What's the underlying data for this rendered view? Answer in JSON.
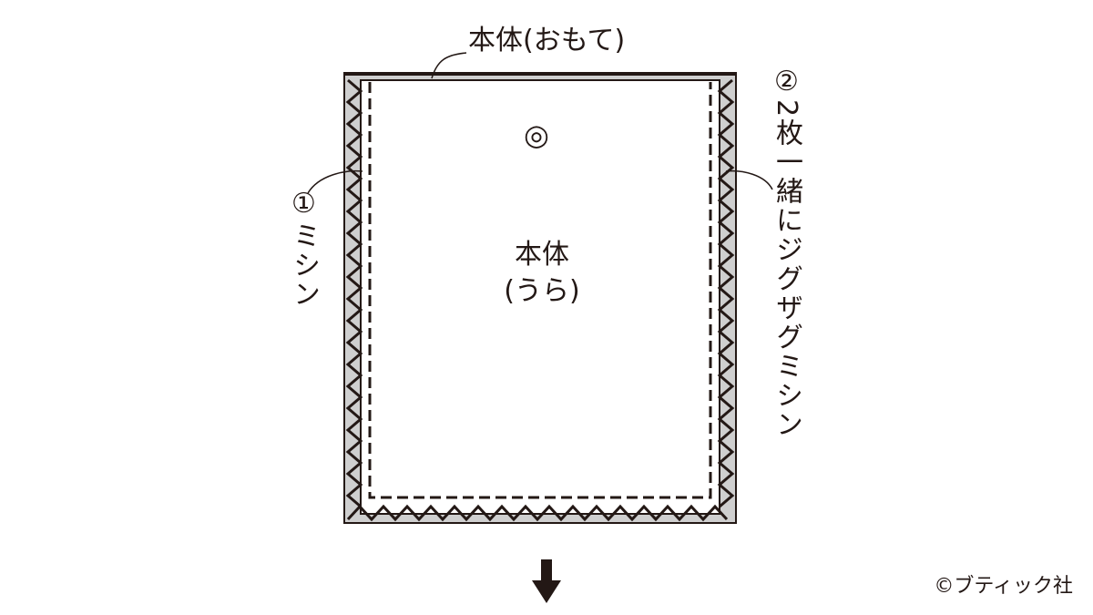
{
  "labels": {
    "outer_label": "本体(おもて)",
    "inner_label_line1": "本体",
    "inner_label_line2": "(うら)",
    "step1": "①ミシン",
    "step2": "②2枚一緒にジグザグミシン",
    "center_mark": "◎",
    "credit": "©ブティック社"
  },
  "colors": {
    "line": "#231815",
    "fabric_edge": "#cfcfcf",
    "background": "#ffffff"
  },
  "icons": {
    "next_step": "down-arrow-icon"
  }
}
